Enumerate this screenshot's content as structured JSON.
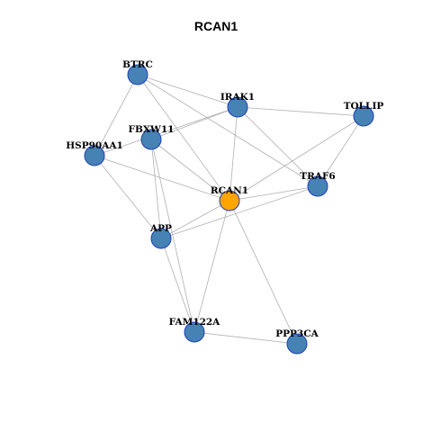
{
  "title": "RCAN1",
  "colors": {
    "hub_fill": "#FFA500",
    "node_fill": "#4682B4",
    "node_stroke": "#1F3FBF",
    "edge": "#B0B0B0"
  },
  "nodes": [
    {
      "id": "BTRC",
      "label": "BTRC",
      "hub": false
    },
    {
      "id": "IRAK1",
      "label": "IRAK1",
      "hub": false
    },
    {
      "id": "TOLLIP",
      "label": "TOLLIP",
      "hub": false
    },
    {
      "id": "FBXW11",
      "label": "FBXW11",
      "hub": false
    },
    {
      "id": "HSP90AA1",
      "label": "HSP90AA1",
      "hub": false
    },
    {
      "id": "RCAN1",
      "label": "RCAN1",
      "hub": true
    },
    {
      "id": "TRAF6",
      "label": "TRAF6",
      "hub": false
    },
    {
      "id": "APP",
      "label": "APP",
      "hub": false
    },
    {
      "id": "FAM122A",
      "label": "FAM122A",
      "hub": false
    },
    {
      "id": "PPP3CA",
      "label": "PPP3CA",
      "hub": false
    }
  ],
  "edges": [
    [
      "BTRC",
      "IRAK1"
    ],
    [
      "BTRC",
      "HSP90AA1"
    ],
    [
      "BTRC",
      "RCAN1"
    ],
    [
      "BTRC",
      "TRAF6"
    ],
    [
      "IRAK1",
      "TOLLIP"
    ],
    [
      "IRAK1",
      "FBXW11"
    ],
    [
      "IRAK1",
      "HSP90AA1"
    ],
    [
      "IRAK1",
      "RCAN1"
    ],
    [
      "IRAK1",
      "TRAF6"
    ],
    [
      "TOLLIP",
      "RCAN1"
    ],
    [
      "TOLLIP",
      "TRAF6"
    ],
    [
      "FBXW11",
      "RCAN1"
    ],
    [
      "FBXW11",
      "APP"
    ],
    [
      "FBXW11",
      "FAM122A"
    ],
    [
      "HSP90AA1",
      "RCAN1"
    ],
    [
      "HSP90AA1",
      "APP"
    ],
    [
      "RCAN1",
      "TRAF6"
    ],
    [
      "RCAN1",
      "APP"
    ],
    [
      "RCAN1",
      "FAM122A"
    ],
    [
      "RCAN1",
      "PPP3CA"
    ],
    [
      "TRAF6",
      "APP"
    ],
    [
      "FAM122A",
      "PPP3CA"
    ],
    [
      "APP",
      "FAM122A"
    ]
  ]
}
